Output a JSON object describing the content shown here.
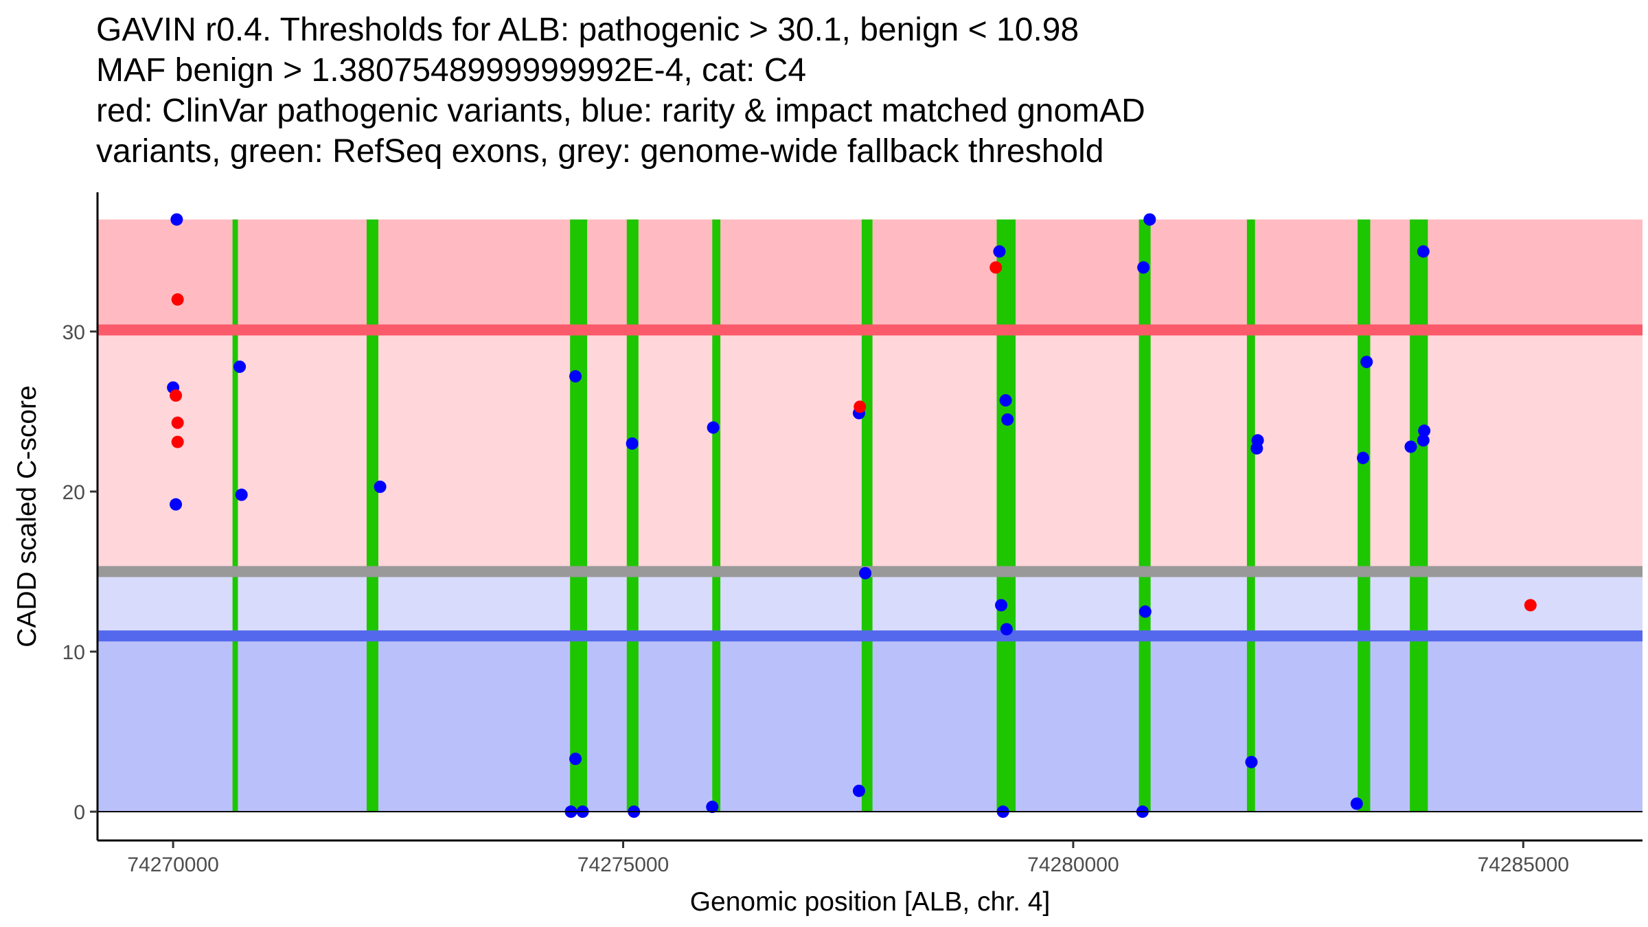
{
  "title_lines": [
    "GAVIN r0.4. Thresholds for ALB: pathogenic > 30.1, benign < 10.98",
    "MAF benign > 1.3807548999999992E-4, cat: C4",
    "red: ClinVar pathogenic variants, blue: rarity & impact matched gnomAD",
    "variants, green: RefSeq exons, grey: genome-wide fallback threshold"
  ],
  "colors": {
    "pathogenic_top_band": "#ffbbc1",
    "pathogenic_band": "#ffd6da",
    "benign_upper_band": "#d8dbfb",
    "benign_band": "#bac1fa",
    "pathogenic_threshold_line": "#fa5a6a",
    "benign_threshold_line": "#5468ed",
    "fallback_threshold_line": "#999999",
    "exon": "#1ec600",
    "clinvar_point": "#ff0000",
    "gnomad_point": "#0000ff",
    "axis": "#000000"
  },
  "chart_data": {
    "type": "scatter",
    "title": "GAVIN r0.4. Thresholds for ALB: pathogenic > 30.1, benign < 10.98 MAF benign > 1.3807548999999992E-4, cat: C4 red: ClinVar pathogenic variants, blue: rarity & impact matched gnomAD variants, green: RefSeq exons, grey: genome-wide fallback threshold",
    "xlabel": "Genomic position [ALB, chr. 4]",
    "ylabel": "CADD scaled C-score",
    "xlim": [
      74269160,
      74286325
    ],
    "ylim": [
      -1.8,
      38.7
    ],
    "x_ticks": [
      74270000,
      74275000,
      74280000,
      74285000
    ],
    "x_tick_labels": [
      "74270000",
      "74275000",
      "74280000",
      "74285000"
    ],
    "y_ticks": [
      0,
      10,
      20,
      30
    ],
    "y_tick_labels": [
      "0",
      "10",
      "20",
      "30"
    ],
    "grid": false,
    "legend": "none",
    "bands": [
      {
        "name": "pathogenic top",
        "y0": 30.1,
        "y1": 37
      },
      {
        "name": "pathogenic",
        "y0": 15,
        "y1": 30.1
      },
      {
        "name": "benign upper",
        "y0": 10.98,
        "y1": 15
      },
      {
        "name": "benign",
        "y0": 0,
        "y1": 10.98
      }
    ],
    "threshold_lines": [
      {
        "name": "pathogenic",
        "y": 30.1
      },
      {
        "name": "genome-wide fallback",
        "y": 15
      },
      {
        "name": "benign",
        "y": 10.98
      }
    ],
    "exons": [
      {
        "start": 74270660,
        "end": 74270720
      },
      {
        "start": 74272150,
        "end": 74272280
      },
      {
        "start": 74274410,
        "end": 74274600
      },
      {
        "start": 74275040,
        "end": 74275170
      },
      {
        "start": 74275990,
        "end": 74276080
      },
      {
        "start": 74277650,
        "end": 74277770
      },
      {
        "start": 74279150,
        "end": 74279360
      },
      {
        "start": 74280730,
        "end": 74280860
      },
      {
        "start": 74281930,
        "end": 74282020
      },
      {
        "start": 74283160,
        "end": 74283300
      },
      {
        "start": 74283740,
        "end": 74283940
      }
    ],
    "series": [
      {
        "name": "ClinVar pathogenic variants",
        "x": [
          74270050,
          74270030,
          74270050,
          74270050,
          74277630,
          74279140,
          74285080
        ],
        "y": [
          32.0,
          26.0,
          24.3,
          23.1,
          25.3,
          34.0,
          12.9
        ]
      },
      {
        "name": "rarity & impact matched gnomAD variants",
        "x": [
          74270040,
          74270000,
          74270030,
          74270740,
          74270760,
          74272300,
          74274470,
          74274470,
          74274420,
          74274550,
          74275100,
          74275120,
          74276000,
          74275990,
          74277620,
          74277620,
          74277690,
          74279180,
          74279200,
          74279250,
          74279270,
          74279260,
          74279220,
          74280780,
          74280850,
          74280800,
          74280770,
          74282050,
          74282040,
          74281980,
          74283260,
          74283220,
          74283150,
          74283890,
          74283750,
          74283890,
          74283900
        ],
        "y": [
          37.0,
          26.5,
          19.2,
          27.8,
          19.8,
          20.3,
          27.2,
          3.3,
          0.0,
          0.0,
          23.0,
          0.0,
          24.0,
          0.3,
          24.9,
          1.3,
          14.9,
          35.0,
          12.9,
          25.7,
          24.5,
          11.4,
          0.0,
          34.0,
          37.0,
          12.5,
          0.0,
          23.2,
          22.7,
          3.1,
          28.1,
          22.1,
          0.5,
          35.0,
          22.8,
          23.2,
          23.8
        ]
      }
    ]
  }
}
